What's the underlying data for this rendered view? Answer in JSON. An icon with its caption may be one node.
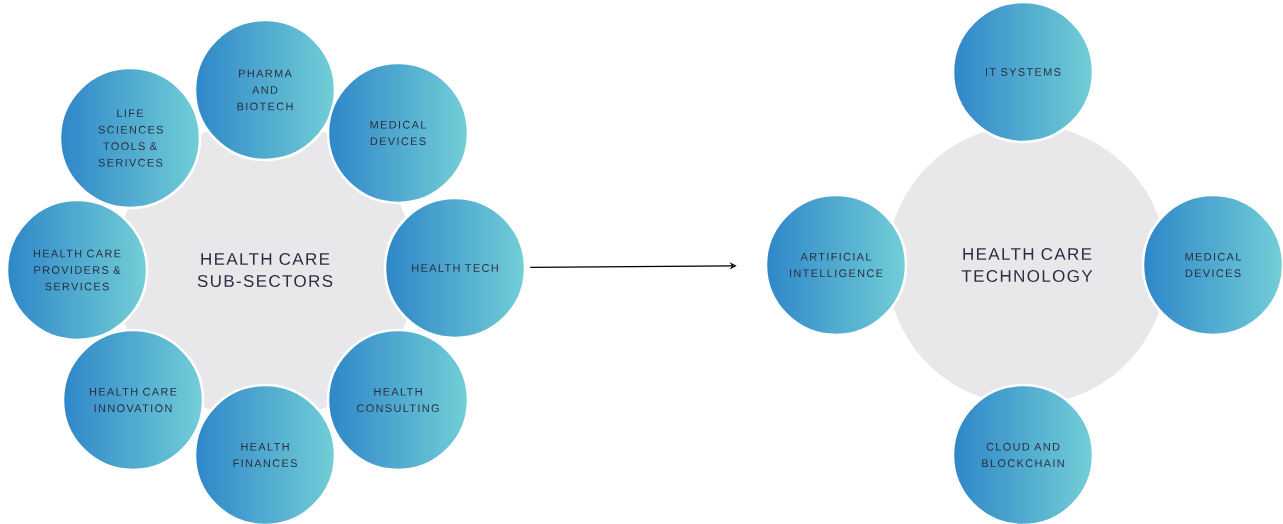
{
  "diagram": {
    "nodes": [
      {
        "text": [
          "HEALTH CARE SUB-SECTORS"
        ]
      },
      {
        "text": [
          "PHARMA AND BIOTECH"
        ]
      },
      {
        "text": [
          "MEDICAL DEVICES"
        ]
      },
      {
        "text": [
          "HEALTH TECH"
        ]
      },
      {
        "text": [
          "HEALTH CONSULTING"
        ]
      },
      {
        "text": [
          "HEALTH FINANCES"
        ]
      },
      {
        "text": [
          "HEALTH CARE INNOVATION"
        ]
      },
      {
        "text": [
          "HEALTH CARE PROVIDERS & SERVICES"
        ]
      },
      {
        "text": [
          "LIFE SCIENCES TOOLS & SERIVCES"
        ]
      },
      {
        "text": [
          "HEALTH CARE TECHNOLOGY"
        ]
      },
      {
        "text": [
          "IT SYSTEMS"
        ]
      },
      {
        "text": [
          "ARTIFICIAL INTELLIGENCE"
        ]
      },
      {
        "text": [
          "MEDICAL DEVICES"
        ]
      },
      {
        "text": [
          "CLOUD AND BLOCKCHAIN"
        ]
      }
    ],
    "edges": [
      {
        "from": 3,
        "to": 11,
        "arrow": "to"
      }
    ]
  }
}
